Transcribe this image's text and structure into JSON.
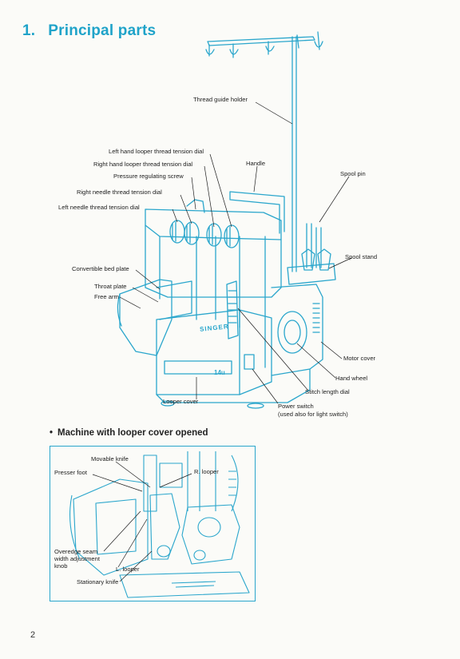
{
  "section": {
    "number": "1.",
    "title": "Principal parts"
  },
  "labels": {
    "thread_guide_holder": "Thread guide holder",
    "left_looper_dial": "Left hand looper thread tension dial",
    "right_looper_dial": "Right hand looper thread tension dial",
    "pressure_screw": "Pressure regulating screw",
    "right_needle_dial": "Right needle thread tension dial",
    "left_needle_dial": "Left needle thread tension dial",
    "handle": "Handle",
    "spool_pin": "Spool pin",
    "spool_stand": "Spool stand",
    "convertible_bed": "Convertible bed plate",
    "throat_plate": "Throat plate",
    "free_arm": "Free arm",
    "motor_cover": "Motor cover",
    "hand_wheel": "Hand wheel",
    "stitch_length_dial": "Stitch length dial",
    "looper_cover": "Looper cover",
    "power_switch": "Power switch",
    "power_switch_note": "(used also for light switch)"
  },
  "machine_text": {
    "brand": "SINGER",
    "model": "14u"
  },
  "subsection": {
    "bullet": "•",
    "title": "Machine with looper cover opened"
  },
  "inset_labels": {
    "movable_knife": "Movable knife",
    "presser_foot": "Presser foot",
    "r_looper": "R. looper",
    "overedge_1": "Overedge seam",
    "overedge_2": "width adjustment",
    "overedge_3": "knob",
    "l_looper": "L. looper",
    "stationary_knife": "Stationary knife"
  },
  "page_number": "2",
  "colors": {
    "accent": "#1fa3c9",
    "line": "#2aa6cc"
  }
}
